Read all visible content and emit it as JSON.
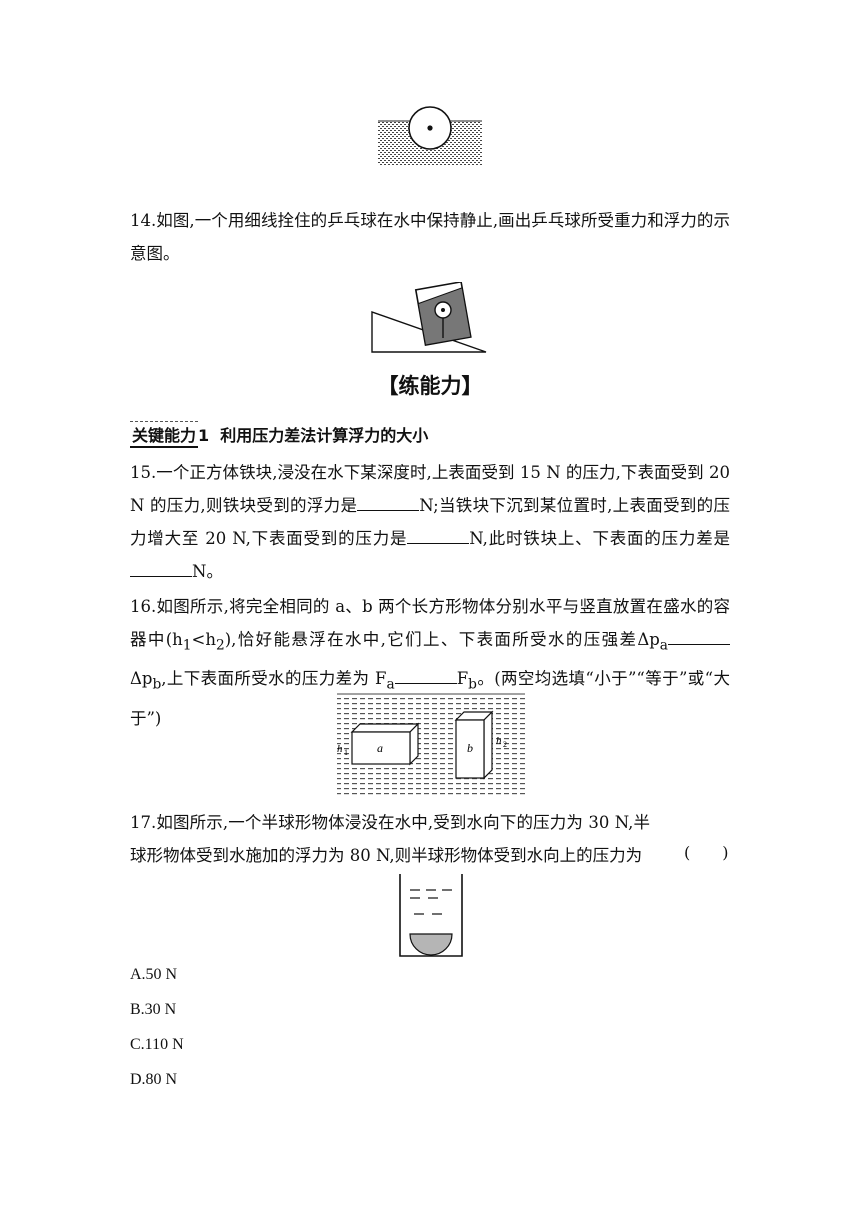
{
  "q14": {
    "text": "14.如图,一个用细线拴住的乒乓球在水中保持静止,画出乒乓球所受重力和浮力的示意图。"
  },
  "section_title": "【练能力】",
  "key_ability": {
    "tag": "关键能力",
    "number": "1",
    "title": "利用压力差法计算浮力的大小"
  },
  "q15": {
    "part1": "15.一个正方体铁块,浸没在水下某深度时,上表面受到 15 N 的压力,下表面受到 20 N 的压力,则铁块受到的浮力是",
    "part2": "N;当铁块下沉到某位置时,上表面受到的压力增大至 20 N,下表面受到的压力是",
    "part3": "N,此时铁块上、下表面的压力差是",
    "part4": "N。"
  },
  "q16": {
    "part1": "16.如图所示,将完全相同的 a、b 两个长方形物体分别水平与竖直放置在盛水的容器中(h",
    "sub1": "1",
    "lt": "<h",
    "sub2": "2",
    "part2": "),恰好能悬浮在水中,它们上、下表面所受水的压强差Δp",
    "sub_a": "a",
    "part3": "Δp",
    "sub_b": "b",
    "part4": ",上下表面所受水的压力差为 F",
    "sub_fa": "a",
    "part5": "F",
    "sub_fb": "b",
    "part6": "。(两空均选填“小于”“等于”或“大于”)",
    "fig_label_a": "a",
    "fig_label_b": "b",
    "fig_label_h1": "h",
    "fig_label_h1_sub": "1",
    "fig_label_h2": "h",
    "fig_label_h2_sub": "2"
  },
  "q17": {
    "text": "17.如图所示,一个半球形物体浸没在水中,受到水向下的压力为 30 N,半球形物体受到水施加的浮力为 80 N,则半球形物体受到水向上的压力为",
    "paren": "(　　)",
    "options": [
      "A.50 N",
      "B.30 N",
      "C.110 N",
      "D.80 N"
    ]
  }
}
